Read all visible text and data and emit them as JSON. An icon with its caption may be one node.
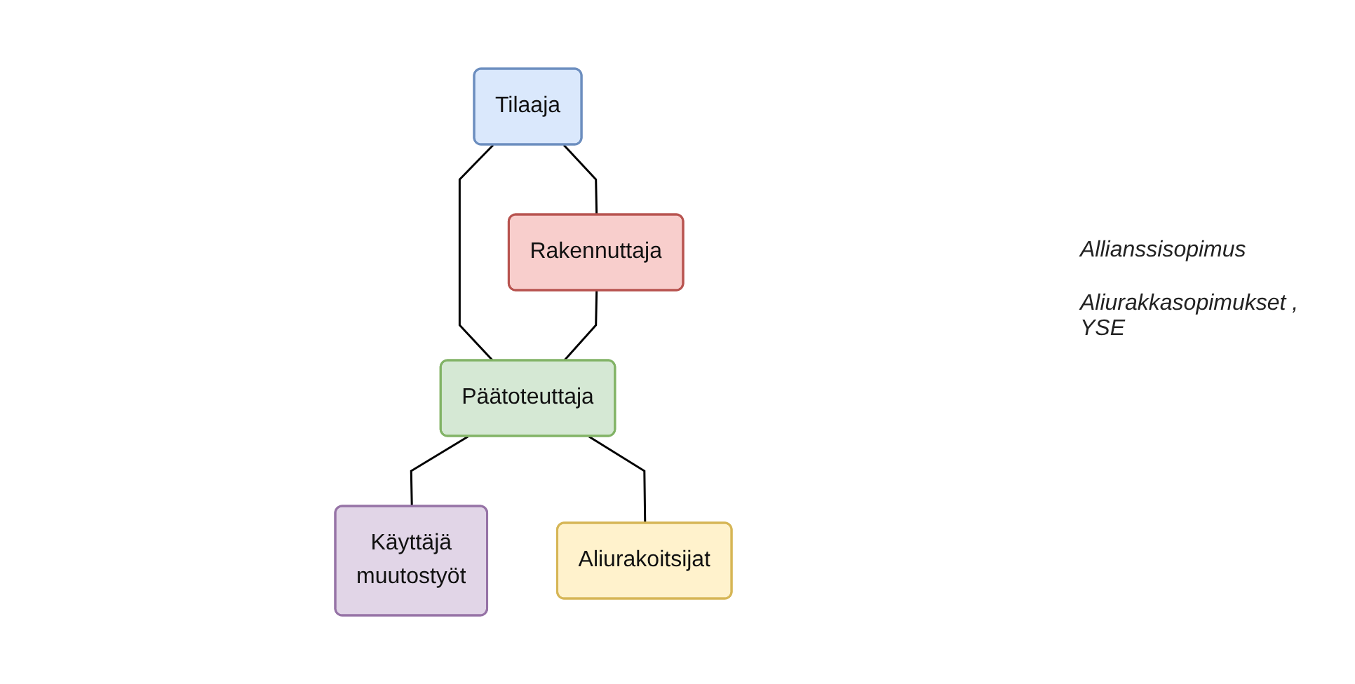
{
  "diagram": {
    "nodes": [
      {
        "text": [
          "Tilaaja"
        ]
      },
      {
        "text": [
          "Rakennuttaja"
        ]
      },
      {
        "text": [
          "Päätoteuttaja"
        ]
      },
      {
        "text": [
          "Käyttäjä",
          "muutostyöt"
        ]
      },
      {
        "text": [
          "Aliurakoitsijat"
        ]
      }
    ],
    "edges": [
      {
        "from": 0,
        "to": 1,
        "arrow": "none"
      },
      {
        "from": 0,
        "to": 2,
        "arrow": "none"
      },
      {
        "from": 1,
        "to": 2,
        "arrow": "none"
      },
      {
        "from": 2,
        "to": 3,
        "arrow": "none"
      },
      {
        "from": 2,
        "to": 4,
        "arrow": "none"
      }
    ],
    "labels": [
      "Allianssisopimus",
      "Aliurakkasopimukset , YSE"
    ]
  }
}
